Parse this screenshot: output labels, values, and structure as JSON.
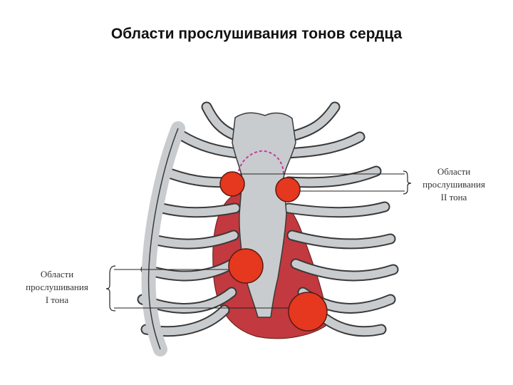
{
  "title": "Области прослушивания тонов сердца",
  "labels": {
    "second_tone": {
      "line1": "Области",
      "line2": "прослушивания",
      "line3": "II тона"
    },
    "first_tone": {
      "line1": "Области",
      "line2": "прослушивания",
      "line3": "I тона"
    }
  },
  "colors": {
    "rib": "#c9cccf",
    "rib_outline": "#3a3a3a",
    "heart": "#c2393f",
    "point": "#e5381f",
    "point_outline": "#5a1a12",
    "sternum_notch": "#c0409a"
  },
  "icons": [
    "ribcage-illustration",
    "heart-silhouette",
    "auscultation-point"
  ]
}
